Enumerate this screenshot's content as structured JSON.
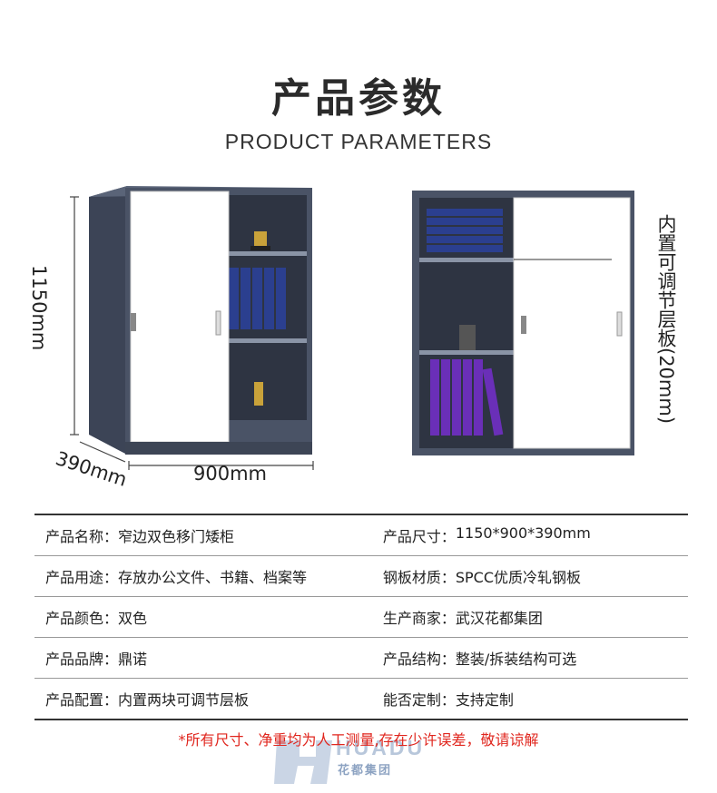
{
  "header": {
    "title": "产品参数",
    "subtitle": "PRODUCT PARAMETERS"
  },
  "dimensions": {
    "height": "1150mm",
    "depth": "390mm",
    "width": "900mm"
  },
  "shelf_note": "内置可调节层板(20mm)",
  "specs": [
    {
      "left_key": "产品名称：",
      "left_value": "窄边双色移门矮柜",
      "right_key": "产品尺寸：",
      "right_value": "1150*900*390mm"
    },
    {
      "left_key": "产品用途：",
      "left_value": "存放办公文件、书籍、档案等",
      "right_key": "钢板材质：",
      "right_value": "SPCC优质冷轧钢板"
    },
    {
      "left_key": "产品颜色：",
      "left_value": "双色",
      "right_key": "生产商家：",
      "right_value": "武汉花都集团"
    },
    {
      "left_key": "产品品牌：",
      "left_value": "鼎诺",
      "right_key": "产品结构：",
      "right_value": "整装/拆装结构可选"
    },
    {
      "left_key": "产品配置：",
      "left_value": "内置两块可调节层板",
      "right_key": "能否定制：",
      "right_value": "支持定制"
    }
  ],
  "footnote": "*所有尺寸、净重均为人工测量,存在少许误差，敬请谅解",
  "logo": {
    "text": "HUADU",
    "subtext": "花都集团"
  },
  "colors": {
    "cabinet_body": "#4a5366",
    "door": "#ffffff",
    "folder_blue": "#2b3f8f",
    "folder_purple": "#6a2fb8",
    "footnote": "#e0261e"
  }
}
